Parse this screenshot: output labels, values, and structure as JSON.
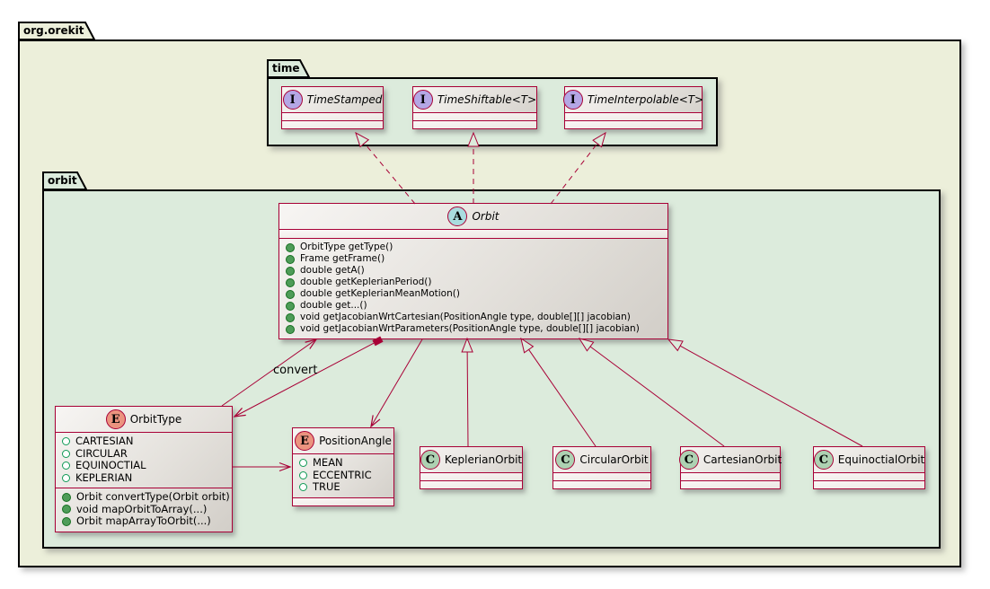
{
  "root_package": {
    "label": "org.orekit"
  },
  "time": {
    "label": "time",
    "interfaces": [
      {
        "letter": "I",
        "name": "TimeStamped"
      },
      {
        "letter": "I",
        "name": "TimeShiftable<T>"
      },
      {
        "letter": "I",
        "name": "TimeInterpolable<T>"
      }
    ]
  },
  "orbit": {
    "label": "orbit",
    "orbit_class": {
      "letter": "A",
      "name": "Orbit",
      "methods": [
        "OrbitType getType()",
        "Frame getFrame()",
        "double getA()",
        "double getKeplerianPeriod()",
        "double getKeplerianMeanMotion()",
        "double get...()",
        "void getJacobianWrtCartesian(PositionAngle type, double[][] jacobian)",
        "void getJacobianWrtParameters(PositionAngle type, double[][] jacobian)"
      ]
    },
    "orbit_type": {
      "letter": "E",
      "name": "OrbitType",
      "fields": [
        "CARTESIAN",
        "CIRCULAR",
        "EQUINOCTIAL",
        "KEPLERIAN"
      ],
      "methods": [
        "Orbit convertType(Orbit orbit)",
        "void mapOrbitToArray(...)",
        "Orbit mapArrayToOrbit(...)"
      ]
    },
    "position_angle": {
      "letter": "E",
      "name": "PositionAngle",
      "fields": [
        "MEAN",
        "ECCENTRIC",
        "TRUE"
      ]
    },
    "subclasses": [
      {
        "letter": "C",
        "name": "KeplerianOrbit"
      },
      {
        "letter": "C",
        "name": "CircularOrbit"
      },
      {
        "letter": "C",
        "name": "CartesianOrbit"
      },
      {
        "letter": "C",
        "name": "EquinoctialOrbit"
      }
    ],
    "labels": {
      "convert": "convert"
    }
  },
  "colors": {
    "line": "#A80036",
    "interface_badge": "#B4A7E5",
    "abstract_badge": "#A9DCDF",
    "class_badge": "#ADD1B2",
    "enum_badge": "#EB937F",
    "outer_package_fill": "#ECEFDA",
    "inner_package_fill": "#DCEBDC"
  }
}
